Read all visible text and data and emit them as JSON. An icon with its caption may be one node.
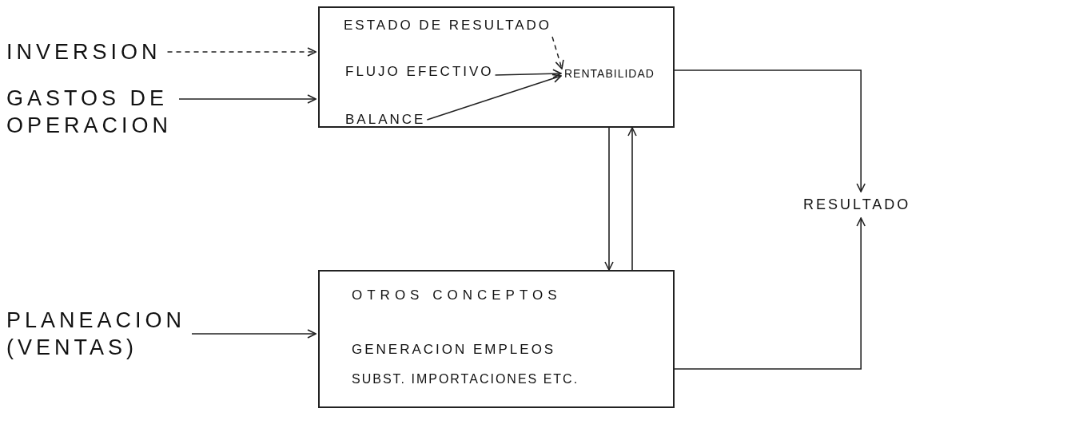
{
  "diagram": {
    "nodes": [
      {
        "text": [
          "INVERSION"
        ]
      },
      {
        "text": [],
        "shape": "box"
      },
      {
        "text": [
          "ESTADO DE RESULTADO"
        ],
        "in": 1
      },
      {
        "text": [
          "FLUJO EFECTIVO"
        ],
        "in": 1
      },
      {
        "text": [
          "RENTABILIDAD"
        ],
        "in": 1
      },
      {
        "text": [
          "BALANCE"
        ],
        "in": 1
      },
      {
        "text": [
          "GASTOS DE OPERACION"
        ]
      },
      {
        "text": [
          "RESULTADO"
        ]
      },
      {
        "text": [
          "PLANEACION (VENTAS)"
        ]
      },
      {
        "text": [
          "OTROS CONCEPTOS",
          "GENERACION EMPLEOS",
          "SUBST. IMPORTACIONES ETC."
        ]
      }
    ],
    "edges": [
      {
        "from": 0,
        "to": 1,
        "arrow": "to",
        "style": "dashed"
      },
      {
        "from": 6,
        "to": 1,
        "arrow": "to"
      },
      {
        "from": 2,
        "to": 4,
        "arrow": "to",
        "style": "dashed"
      },
      {
        "from": 3,
        "to": 4,
        "arrow": "to"
      },
      {
        "from": 5,
        "to": 4,
        "arrow": "to"
      },
      {
        "from": 1,
        "to": 9,
        "arrow": "to"
      },
      {
        "from": 9,
        "to": 1,
        "arrow": "to"
      },
      {
        "from": 1,
        "to": 7,
        "arrow": "to"
      },
      {
        "from": 9,
        "to": 7,
        "arrow": "to"
      },
      {
        "from": 8,
        "to": 9,
        "arrow": "to"
      }
    ]
  }
}
